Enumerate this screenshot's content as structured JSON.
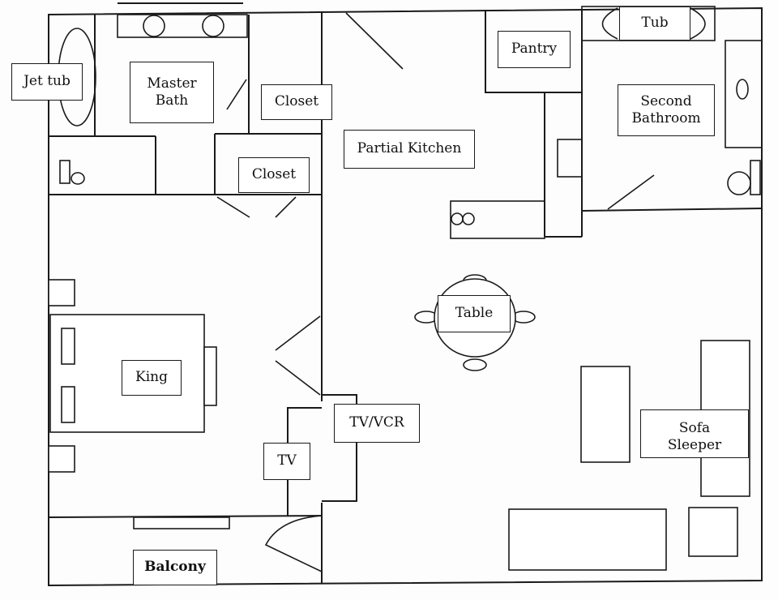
{
  "rooms": {
    "jet_tub": "Jet tub",
    "master_bath": "Master\nBath",
    "closet_1": "Closet",
    "closet_2": "Closet",
    "partial_kitchen": "Partial Kitchen",
    "pantry": "Pantry",
    "tub": "Tub",
    "second_bathroom": "Second\nBathroom",
    "table": "Table",
    "king": "King",
    "tv_vcr": "TV/VCR",
    "tv": "TV",
    "sofa_sleeper": "Sofa\nSleeper",
    "balcony": "Balcony"
  }
}
